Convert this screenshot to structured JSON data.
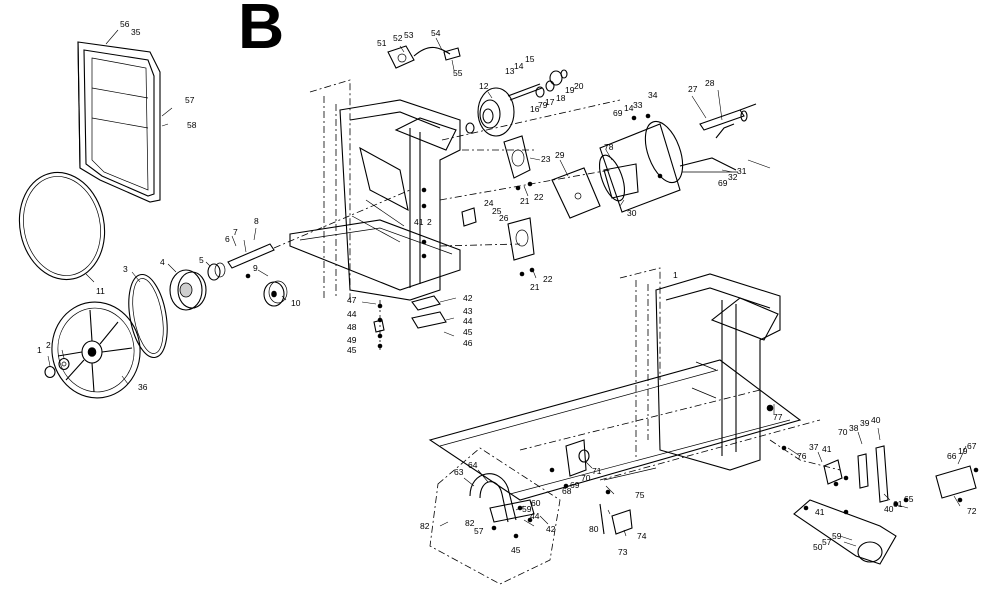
{
  "section_letter": "B",
  "callouts": [
    {
      "id": "56",
      "text": "56"
    },
    {
      "id": "35",
      "text": "35"
    },
    {
      "id": "57",
      "text": "57"
    },
    {
      "id": "58",
      "text": "58"
    },
    {
      "id": "11",
      "text": "11"
    },
    {
      "id": "3",
      "text": "3"
    },
    {
      "id": "4",
      "text": "4"
    },
    {
      "id": "5",
      "text": "5"
    },
    {
      "id": "6",
      "text": "6"
    },
    {
      "id": "7",
      "text": "7"
    },
    {
      "id": "8",
      "text": "8"
    },
    {
      "id": "9",
      "text": "9"
    },
    {
      "id": "10",
      "text": "10"
    },
    {
      "id": "1",
      "text": "1"
    },
    {
      "id": "2",
      "text": "2"
    },
    {
      "id": "36",
      "text": "36"
    },
    {
      "id": "51",
      "text": "51"
    },
    {
      "id": "52",
      "text": "52"
    },
    {
      "id": "53",
      "text": "53"
    },
    {
      "id": "54",
      "text": "54"
    },
    {
      "id": "55",
      "text": "55"
    },
    {
      "id": "12",
      "text": "12"
    },
    {
      "id": "13",
      "text": "13"
    },
    {
      "id": "14a",
      "text": "14"
    },
    {
      "id": "15",
      "text": "15"
    },
    {
      "id": "16",
      "text": "16"
    },
    {
      "id": "79",
      "text": "79"
    },
    {
      "id": "17",
      "text": "17"
    },
    {
      "id": "18",
      "text": "18"
    },
    {
      "id": "19a",
      "text": "19"
    },
    {
      "id": "20",
      "text": "20"
    },
    {
      "id": "23",
      "text": "23"
    },
    {
      "id": "29",
      "text": "29"
    },
    {
      "id": "21a",
      "text": "21"
    },
    {
      "id": "22a",
      "text": "22"
    },
    {
      "id": "24",
      "text": "24"
    },
    {
      "id": "25",
      "text": "25"
    },
    {
      "id": "26",
      "text": "26"
    },
    {
      "id": "21b",
      "text": "21"
    },
    {
      "id": "22b",
      "text": "22"
    },
    {
      "id": "41a",
      "text": "41"
    },
    {
      "id": "2b",
      "text": "2"
    },
    {
      "id": "69a",
      "text": "69"
    },
    {
      "id": "14b",
      "text": "14"
    },
    {
      "id": "33",
      "text": "33"
    },
    {
      "id": "34",
      "text": "34"
    },
    {
      "id": "27",
      "text": "27"
    },
    {
      "id": "28",
      "text": "28"
    },
    {
      "id": "78",
      "text": "78"
    },
    {
      "id": "30",
      "text": "30"
    },
    {
      "id": "31",
      "text": "31"
    },
    {
      "id": "32",
      "text": "32"
    },
    {
      "id": "69b",
      "text": "69"
    },
    {
      "id": "47",
      "text": "47"
    },
    {
      "id": "44a",
      "text": "44"
    },
    {
      "id": "48",
      "text": "48"
    },
    {
      "id": "49",
      "text": "49"
    },
    {
      "id": "45a",
      "text": "45"
    },
    {
      "id": "42a",
      "text": "42"
    },
    {
      "id": "43",
      "text": "43"
    },
    {
      "id": "44b",
      "text": "44"
    },
    {
      "id": "45b",
      "text": "45"
    },
    {
      "id": "46",
      "text": "46"
    },
    {
      "id": "1b",
      "text": "1"
    },
    {
      "id": "77",
      "text": "77"
    },
    {
      "id": "76",
      "text": "76"
    },
    {
      "id": "37",
      "text": "37"
    },
    {
      "id": "41b",
      "text": "41"
    },
    {
      "id": "70a",
      "text": "70"
    },
    {
      "id": "38",
      "text": "38"
    },
    {
      "id": "39",
      "text": "39"
    },
    {
      "id": "40a",
      "text": "40"
    },
    {
      "id": "65",
      "text": "65"
    },
    {
      "id": "41c",
      "text": "41"
    },
    {
      "id": "40b",
      "text": "40"
    },
    {
      "id": "61",
      "text": "61"
    },
    {
      "id": "66",
      "text": "66"
    },
    {
      "id": "19b",
      "text": "19"
    },
    {
      "id": "67",
      "text": "67"
    },
    {
      "id": "72",
      "text": "72"
    },
    {
      "id": "59a",
      "text": "59"
    },
    {
      "id": "57b",
      "text": "57"
    },
    {
      "id": "50a",
      "text": "50"
    },
    {
      "id": "71",
      "text": "71"
    },
    {
      "id": "70b",
      "text": "70"
    },
    {
      "id": "69c",
      "text": "69"
    },
    {
      "id": "68",
      "text": "68"
    },
    {
      "id": "75",
      "text": "75"
    },
    {
      "id": "80",
      "text": "80"
    },
    {
      "id": "73",
      "text": "73"
    },
    {
      "id": "74",
      "text": "74"
    },
    {
      "id": "64",
      "text": "64"
    },
    {
      "id": "63",
      "text": "63"
    },
    {
      "id": "60",
      "text": "60"
    },
    {
      "id": "59b",
      "text": "59"
    },
    {
      "id": "44c",
      "text": "44"
    },
    {
      "id": "82a",
      "text": "82"
    },
    {
      "id": "57c",
      "text": "57"
    },
    {
      "id": "42b",
      "text": "42"
    },
    {
      "id": "82b",
      "text": "82"
    },
    {
      "id": "45c",
      "text": "45"
    }
  ]
}
